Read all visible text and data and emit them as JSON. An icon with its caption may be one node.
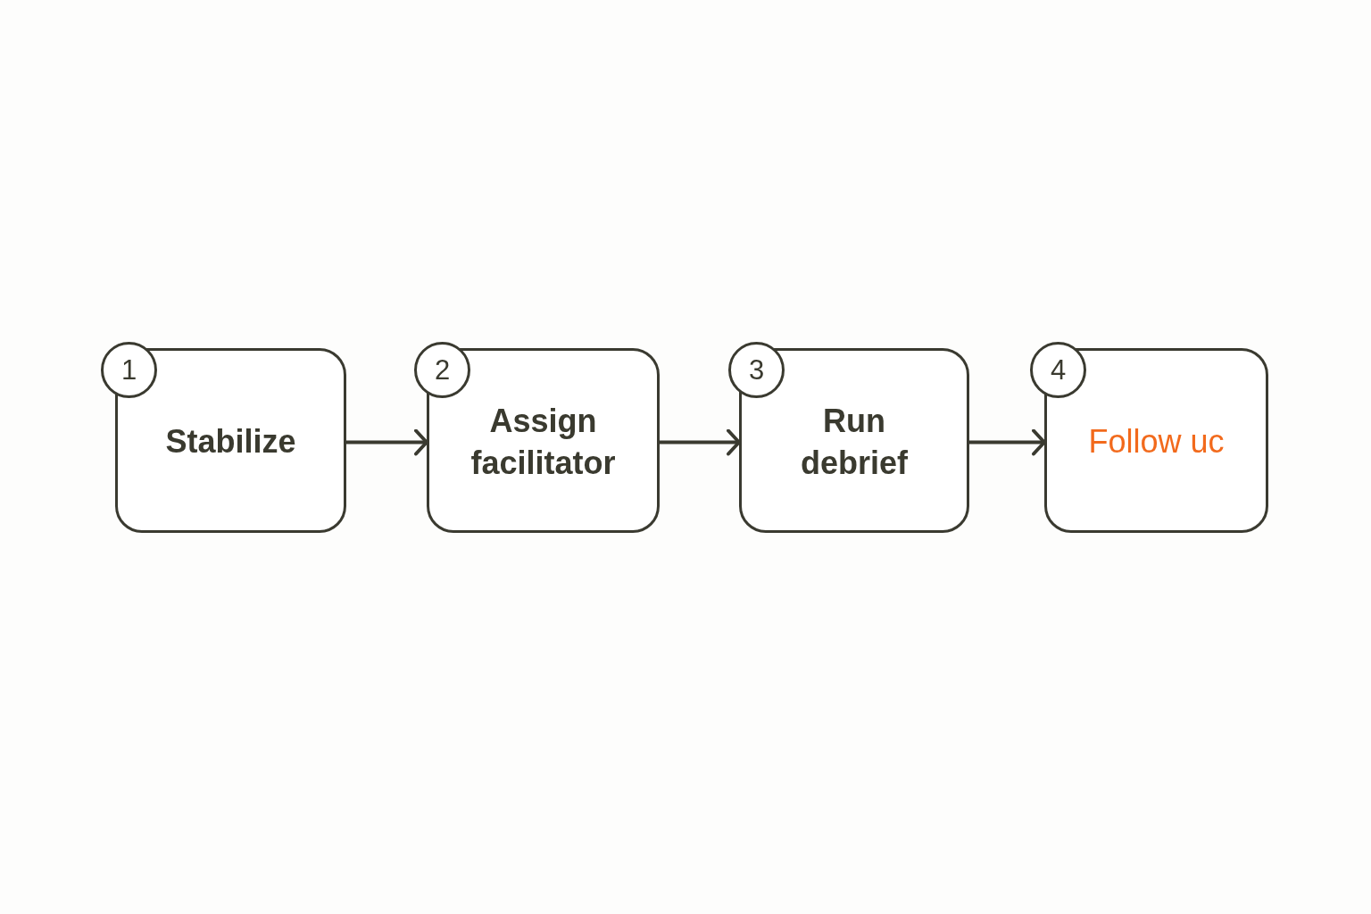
{
  "diagram": {
    "nodes": [
      {
        "text": [
          "1"
        ]
      },
      {
        "text": [
          "Stabilize"
        ]
      },
      {
        "text": [
          "2"
        ]
      },
      {
        "text": [
          "Assign facilitator"
        ]
      },
      {
        "text": [
          "3"
        ]
      },
      {
        "text": [
          "Run debrief"
        ]
      },
      {
        "text": [
          "4"
        ]
      },
      {
        "text": [
          "Follow uc"
        ]
      }
    ],
    "edges": [
      {
        "from": 1,
        "to": 3,
        "arrow": "to"
      },
      {
        "from": 3,
        "to": 5,
        "arrow": "to"
      },
      {
        "from": 5,
        "to": 7,
        "arrow": "to"
      }
    ]
  }
}
